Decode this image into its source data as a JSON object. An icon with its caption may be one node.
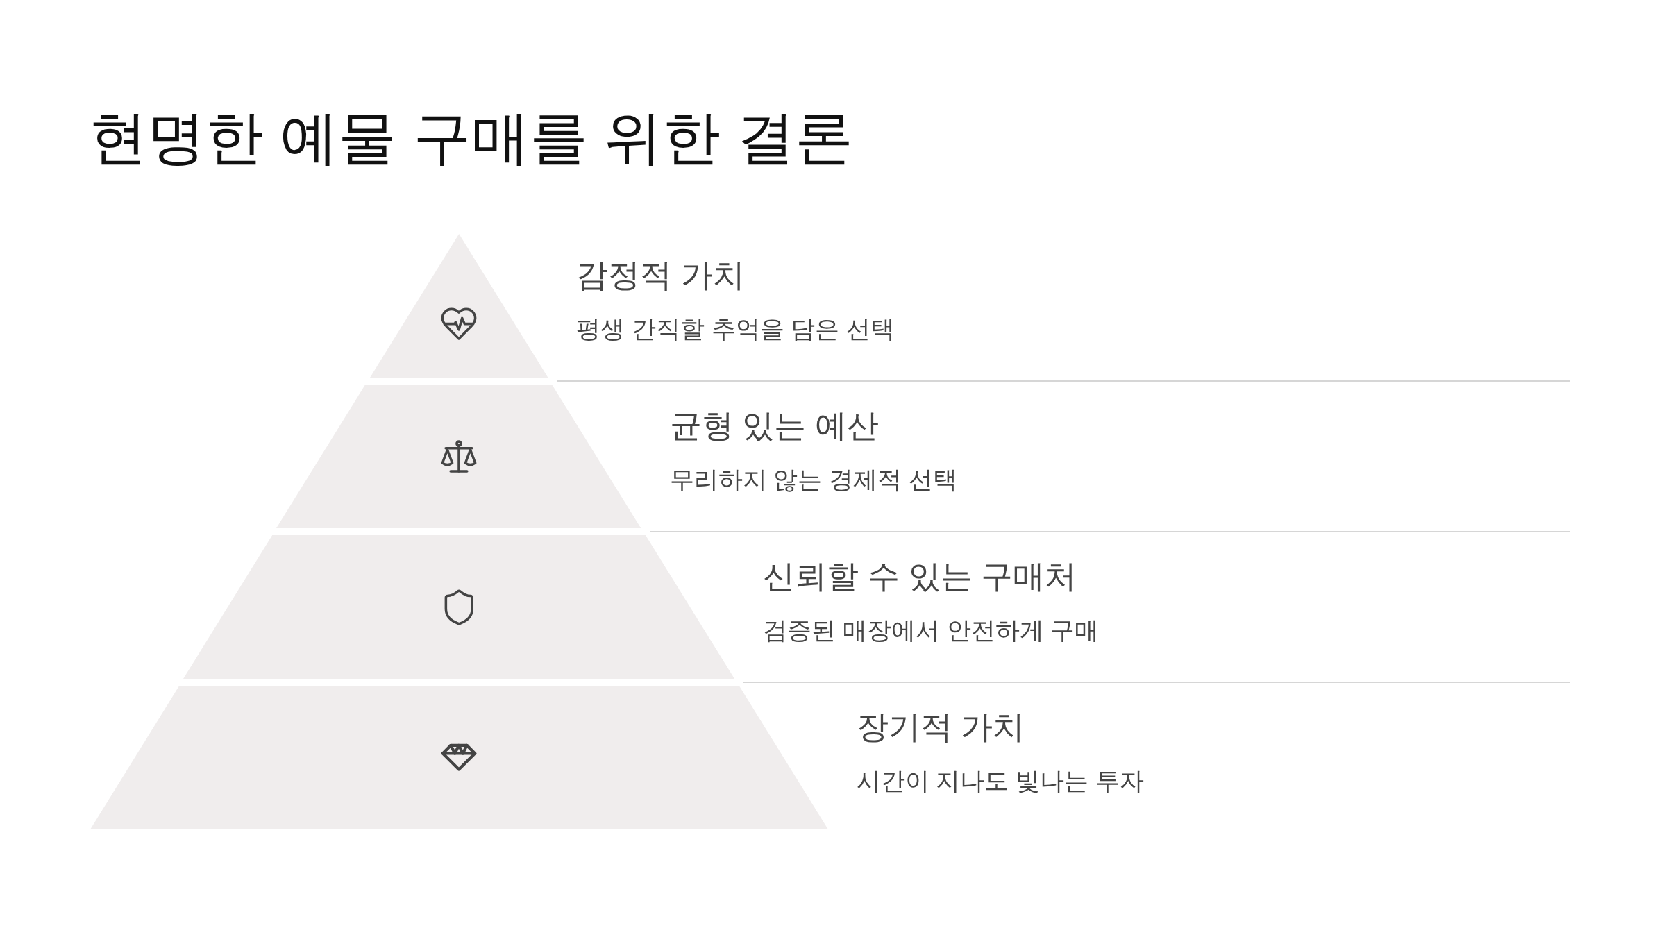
{
  "diagram": {
    "title": "현명한 예물 구매를 위한 결론",
    "nodes": [
      {
        "text": [
          "감정적 가치",
          "평생 간직할 추억을 담은 선택"
        ]
      },
      {
        "text": [
          "균형 있는 예산",
          "무리하지 않는 경제적 선택"
        ]
      },
      {
        "text": [
          "신뢰할 수 있는 구매처",
          "검증된 매장에서 안전하게 구매"
        ]
      },
      {
        "text": [
          "장기적 가치",
          "시간이 지나도 빛나는 투자"
        ]
      }
    ]
  }
}
